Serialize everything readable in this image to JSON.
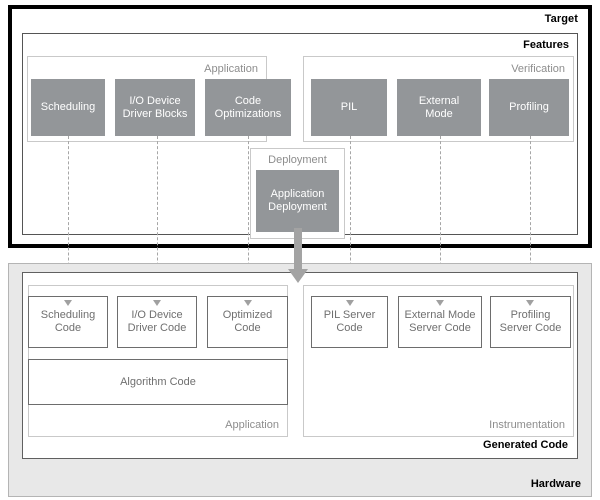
{
  "diagram": {
    "title": "Target / Generated Code / Hardware layered architecture",
    "target": {
      "label": "Target",
      "features": {
        "label": "Features",
        "groups": [
          {
            "key": "application",
            "label": "Application",
            "tiles": [
              {
                "name": "scheduling",
                "label": "Scheduling"
              },
              {
                "name": "io-device-driver-blocks",
                "label": "I/O Device\nDriver Blocks"
              },
              {
                "name": "code-optimizations",
                "label": "Code\nOptimizations"
              }
            ]
          },
          {
            "key": "verification",
            "label": "Verification",
            "tiles": [
              {
                "name": "pil",
                "label": "PIL"
              },
              {
                "name": "external-mode",
                "label": "External\nMode"
              },
              {
                "name": "profiling",
                "label": "Profiling"
              }
            ]
          },
          {
            "key": "deployment",
            "label": "Deployment",
            "tiles": [
              {
                "name": "application-deployment",
                "label": "Application\nDeployment"
              }
            ]
          }
        ]
      }
    },
    "hardware": {
      "label": "Hardware",
      "generated_code": {
        "label": "Generated Code",
        "groups": [
          {
            "key": "application",
            "label": "Application",
            "boxes": [
              {
                "name": "scheduling-code",
                "label": "Scheduling\nCode"
              },
              {
                "name": "io-device-driver-code",
                "label": "I/O Device\nDriver Code"
              },
              {
                "name": "optimized-code",
                "label": "Optimized\nCode"
              },
              {
                "name": "algorithm-code",
                "label": "Algorithm Code"
              }
            ]
          },
          {
            "key": "instrumentation",
            "label": "Instrumentation",
            "boxes": [
              {
                "name": "pil-server-code",
                "label": "PIL Server\nCode"
              },
              {
                "name": "external-mode-server-code",
                "label": "External Mode\nServer Code"
              },
              {
                "name": "profiling-server-code",
                "label": "Profiling\nServer Code"
              }
            ]
          }
        ]
      }
    },
    "connectors": {
      "deployment_arrow": {
        "name": "deployment-arrow",
        "from": "application-deployment",
        "to": "generated-code"
      },
      "dashed_links": [
        {
          "name": "link-scheduling",
          "from": "scheduling",
          "to": "scheduling-code"
        },
        {
          "name": "link-io-device",
          "from": "io-device-driver-blocks",
          "to": "io-device-driver-code"
        },
        {
          "name": "link-code-optimizations",
          "from": "code-optimizations",
          "to": "optimized-code"
        },
        {
          "name": "link-pil",
          "from": "pil",
          "to": "pil-server-code"
        },
        {
          "name": "link-external-mode",
          "from": "external-mode",
          "to": "external-mode-server-code"
        },
        {
          "name": "link-profiling",
          "from": "profiling",
          "to": "profiling-server-code"
        }
      ]
    },
    "colors": {
      "tile_fill": "#939699",
      "tile_text": "#ffffff",
      "target_border": "#000000",
      "hardware_fill": "#e8e8e8",
      "group_border": "#c9c9c9",
      "group_label": "#8d8d8d",
      "codebox_border": "#6d6d6d",
      "codebox_text": "#6f6f6f",
      "connector": "#a3a3a3",
      "dashed": "#a6a6a6"
    }
  }
}
